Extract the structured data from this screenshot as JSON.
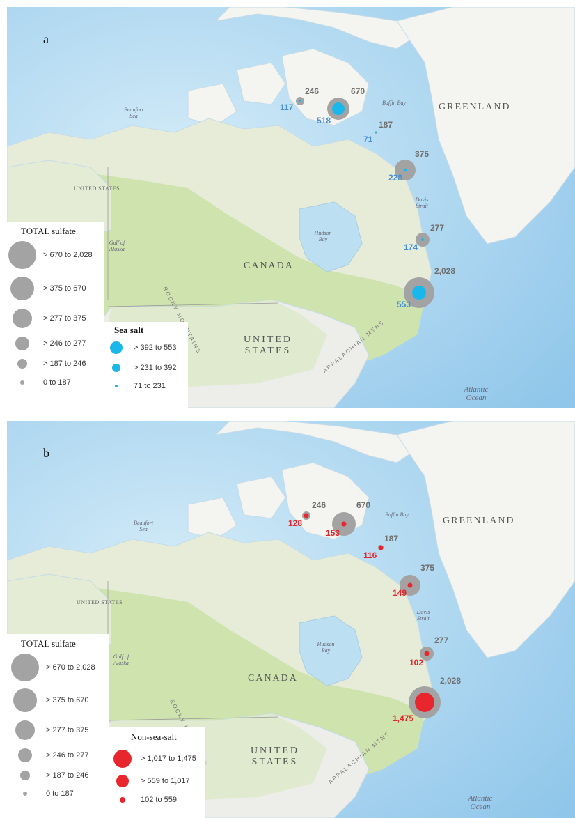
{
  "panels": [
    {
      "letter": "a",
      "component_label": "Sea salt",
      "component_color": "#1ab8ea",
      "sites": [
        {
          "total": "246",
          "component": "117"
        },
        {
          "total": "670",
          "component": "518"
        },
        {
          "total": "187",
          "component": "71"
        },
        {
          "total": "375",
          "component": "228"
        },
        {
          "total": "277",
          "component": "174"
        },
        {
          "total": "2,028",
          "component": "553"
        }
      ],
      "component_legend": [
        {
          "label": "> 392 to 553"
        },
        {
          "label": "> 231 to 392"
        },
        {
          "label": "71 to 231"
        }
      ]
    },
    {
      "letter": "b",
      "component_label": "Non-sea-salt",
      "component_color": "#e8262d",
      "sites": [
        {
          "total": "246",
          "component": "128"
        },
        {
          "total": "670",
          "component": "153"
        },
        {
          "total": "187",
          "component": "116"
        },
        {
          "total": "375",
          "component": "149"
        },
        {
          "total": "277",
          "component": "102"
        },
        {
          "total": "2,028",
          "component": "1,475"
        }
      ],
      "component_legend": [
        {
          "label": "> 1,017 to 1,475"
        },
        {
          "label": "> 559 to 1,017"
        },
        {
          "label": "102 to 559"
        }
      ]
    }
  ],
  "total_legend": {
    "title": "TOTAL sulfate",
    "items": [
      {
        "label": "> 670 to 2,028"
      },
      {
        "label": "> 375 to 670"
      },
      {
        "label": "> 277 to 375"
      },
      {
        "label": "> 246 to 277"
      },
      {
        "label": "> 187 to 246"
      },
      {
        "label": "0  to 187"
      }
    ]
  },
  "map_labels": {
    "greenland": "GREENLAND",
    "canada": "CANADA",
    "united_states_big": "UNITED STATES",
    "united_states_small": "UNITED STATES",
    "beaufort_sea": "Beaufort Sea",
    "baffin_bay": "Baffin Bay",
    "davis_strait": "Davis Strait",
    "hudson_bay": "Hudson Bay",
    "gulf_of_alaska": "Gulf of Alaska",
    "atlantic_ocean": "Atlantic Ocean",
    "rocky_mountains": "ROCKY MOUNTAINS",
    "appalachian_mtns": "APPALACHIAN MTNS"
  },
  "colors": {
    "ocean": "#a9d4ee",
    "land_north": "#f4f4f0",
    "land_green": "#cfe3ae",
    "total_circle": "#a3a3a3"
  }
}
